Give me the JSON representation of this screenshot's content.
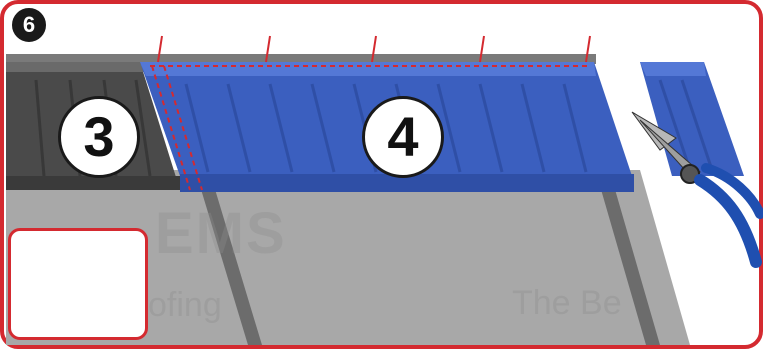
{
  "step": {
    "number": "6"
  },
  "panels": {
    "left": "3",
    "right": "4"
  },
  "watermark": {
    "brand_fragment": "EMS",
    "tagline_fragment": "ofing",
    "slogan_fragment": "The Be"
  },
  "fasteners": [
    {
      "icon": "drill-screw-icon"
    },
    {
      "icon": "nail-icon"
    },
    {
      "icon": "wood-screw-icon"
    }
  ],
  "colors": {
    "frame": "#d42a30",
    "panel_blue": "#3b5fbf",
    "panel_gray": "#4d4d4d",
    "membrane": "#9a9a9a",
    "handle_blue": "#1f4fb0"
  }
}
